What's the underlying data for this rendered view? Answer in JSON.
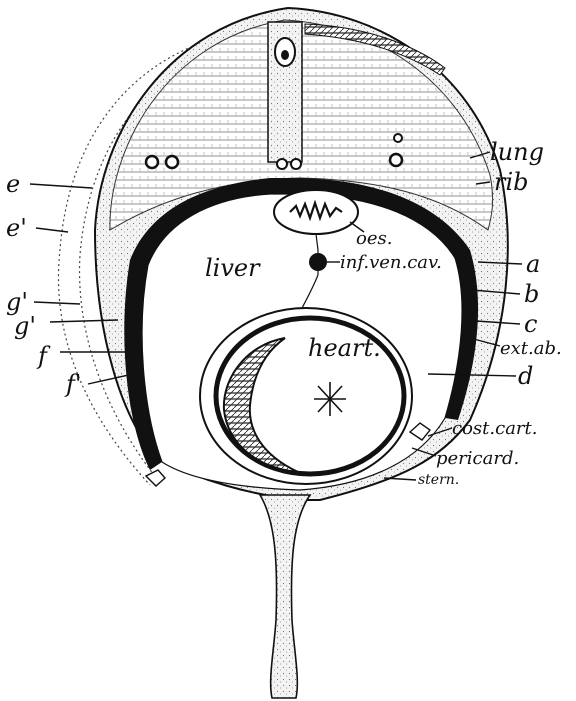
{
  "labels": {
    "lung": "lung",
    "rib": "rib",
    "liver": "liver",
    "oes": "oes.",
    "inf_ven_cav": "inf.ven.cav.",
    "heart": "heart.",
    "a": "a",
    "b": "b",
    "c": "c",
    "ext_ab": "ext.ab.",
    "d": "d",
    "cost_cart": "cost.cart.",
    "pericard": "pericard.",
    "stern": "stern.",
    "e": "e",
    "e_prime": "e'",
    "g_prime": "g'",
    "g": "g'",
    "f": "f",
    "f_prime": "f'"
  }
}
